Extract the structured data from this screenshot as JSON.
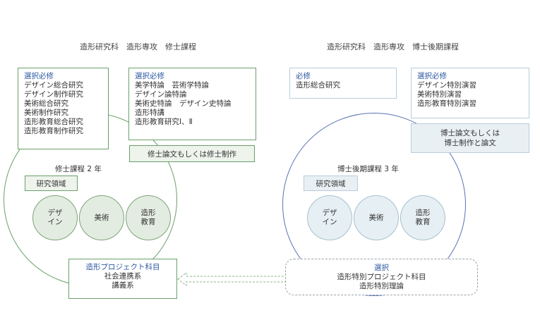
{
  "left": {
    "title": "造形研究科　造形専攻　修士課程",
    "box1": {
      "heading": "選択必修",
      "lines": [
        "デザイン総合研究",
        "デザイン制作研究",
        "美術総合研究",
        "美術制作研究",
        "造形教育総合研究",
        "造形教育制作研究"
      ]
    },
    "box2": {
      "heading": "選択必修",
      "lines": [
        "美学特論　芸術学特論",
        "デザイン論特論",
        "美術史特論　デザイン史特論",
        "造形特講",
        "造形教育研究Ⅰ、Ⅱ"
      ]
    },
    "thesis": "修士論文もしくは修士制作",
    "course_label": "修士課程 2 年",
    "research_area": "研究領域",
    "fields": [
      "デザ\nイン",
      "美術",
      "造形\n教育"
    ],
    "project": {
      "heading": "造形プロジェクト科目",
      "lines": [
        "社会連携系",
        "講義系"
      ]
    }
  },
  "right": {
    "title": "造形研究科　造形専攻　博士後期課程",
    "box1": {
      "heading": "必修",
      "lines": [
        "造形総合研究"
      ]
    },
    "box2": {
      "heading": "選択必修",
      "lines": [
        "デザイン特別演習",
        "美術特別演習",
        "造形教育特別演習"
      ]
    },
    "thesis": "博士論文もしくは\n博士制作と論文",
    "course_label": "博士後期課程 3 年",
    "research_area": "研究領域",
    "fields": [
      "デザ\nイン",
      "美術",
      "造形\n教育"
    ],
    "elective": {
      "heading": "選択",
      "lines": [
        "造形特別プロジェクト科目",
        "造形特別理論"
      ]
    }
  },
  "colors": {
    "green": "#6aa06a",
    "blue": "#5a72b5",
    "heading_blue": "#2a56a0",
    "light_blue_border": "#b9cddc"
  }
}
